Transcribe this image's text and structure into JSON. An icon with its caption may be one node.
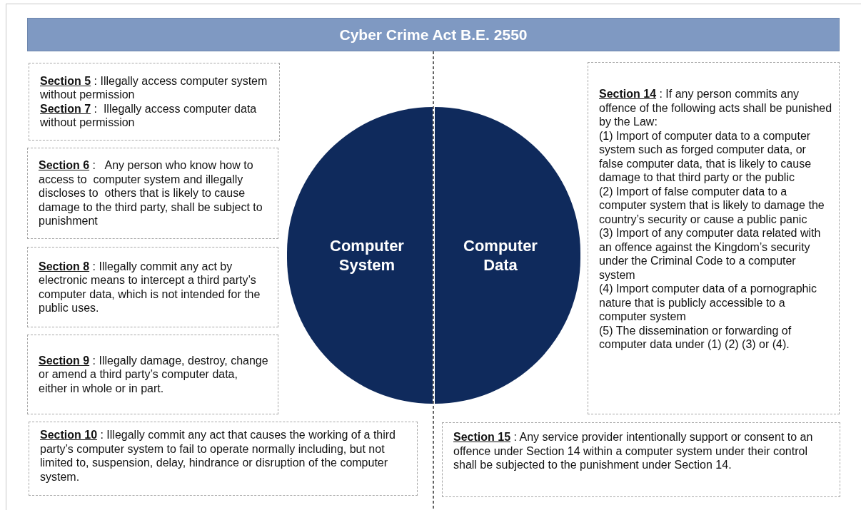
{
  "diagram": {
    "title": "Cyber Crime Act B.E. 2550",
    "nodes": [
      {
        "text": [
          "**Section 5** : Illegally access computer system without permission",
          "**Section 7** :  Illegally access computer data without permission"
        ]
      },
      {
        "text": [
          "**Section 6** :   Any person who know how to  access to  computer system and illegally discloses to  others that is likely to cause damage to the third party, shall be subject to punishment"
        ]
      },
      {
        "text": [
          "**Section 8** : Illegally commit any act by electronic means to intercept a third party’s computer data, which is not intended for the public uses."
        ]
      },
      {
        "text": [
          "**Section 9** : Illegally damage, destroy, change or amend a third party’s computer data, either in whole or in part."
        ]
      },
      {
        "text": [
          "**Section 10** : Illegally commit any act that causes the working of a third party’s computer system to fail to operate normally including, but not limited to, suspension, delay, hindrance or disruption of the computer system."
        ]
      },
      {
        "text": [
          "Computer System"
        ]
      },
      {
        "text": [
          "Computer Data"
        ]
      },
      {
        "text": [
          "**Section 14** : If any person commits any offence of the following acts shall be punished by the Law:",
          "(1) Import of computer data to a computer system such as forged computer data, or false computer data, that is likely to cause damage to that third party or the public",
          "(2) Import of false computer data to a computer system that is likely to damage the country’s security or cause a public panic",
          "(3) Import of any computer data related with an offence against the Kingdom’s security under the Criminal Code to a computer system",
          "(4) Import computer data of a pornographic nature that is publicly accessible to a computer system",
          "(5) The dissemination or forwarding of computer data under (1) (2) (3) or (4)."
        ]
      },
      {
        "text": [
          "**Section 15** : Any service provider intentionally support or consent to an offence under Section 14 within a computer system under their control shall be subjected to the punishment under Section 14."
        ]
      }
    ]
  }
}
